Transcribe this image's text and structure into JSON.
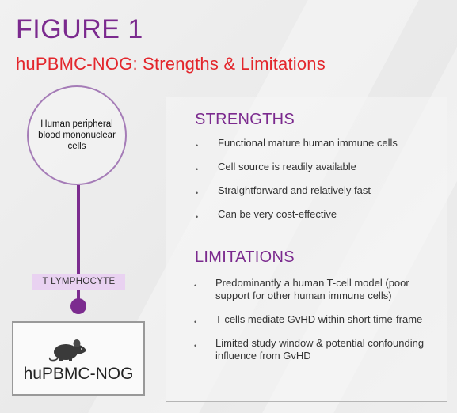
{
  "figure": {
    "title": "FIGURE 1",
    "subtitle": "huPBMC-NOG: Strengths & Limitations"
  },
  "diagram": {
    "circle_text": "Human peripheral blood mononuclear cells",
    "cell_label": "T LYMPHOCYTE",
    "model_label": "huPBMC-NOG",
    "model_icon": "mouse-icon"
  },
  "panel": {
    "strengths": {
      "heading": "STRENGTHS",
      "items": [
        "Functional mature human immune cells",
        "Cell source is readily available",
        "Straightforward and relatively fast",
        "Can be very cost-effective"
      ]
    },
    "limitations": {
      "heading": "LIMITATIONS",
      "items": [
        "Predominantly a human T-cell model (poor support for other human immune cells)",
        "T cells mediate GvHD within short time-frame",
        "Limited study window & potential confounding influence from GvHD"
      ]
    },
    "bullet": "•"
  },
  "colors": {
    "purple": "#7b2a8e",
    "red": "#e3262c",
    "label_bg": "#e9d2f1"
  }
}
